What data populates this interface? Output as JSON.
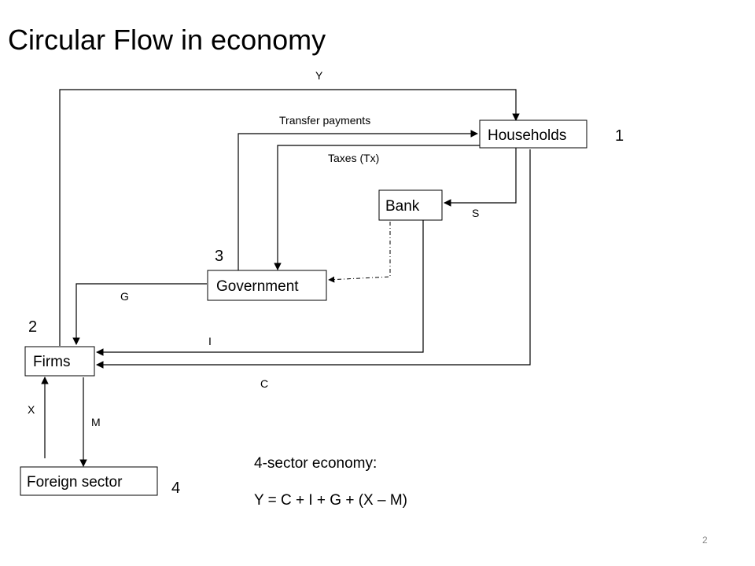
{
  "title": "Circular Flow in economy",
  "nodes": {
    "households": "Households",
    "bank": "Bank",
    "government": "Government",
    "firms": "Firms",
    "foreign": "Foreign sector"
  },
  "sector_numbers": {
    "households": "1",
    "firms": "2",
    "government": "3",
    "foreign": "4"
  },
  "flow_labels": {
    "y": "Y",
    "transfer": "Transfer payments",
    "taxes": "Taxes (Tx)",
    "s": "S",
    "g": "G",
    "i": "I",
    "c": "C",
    "x": "X",
    "m": "M"
  },
  "equation": {
    "heading": "4-sector economy:",
    "formula": "Y = C + I + G + (X – M)"
  },
  "page_number": "2"
}
